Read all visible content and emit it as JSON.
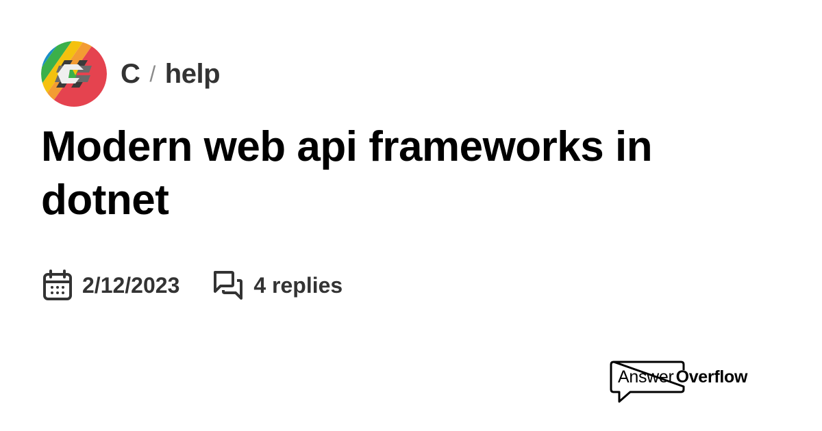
{
  "header": {
    "server_name": "C",
    "separator": "/",
    "channel": "help",
    "avatar_icon": "rainbow-csharp-hash-logo"
  },
  "title": "Modern web api frameworks in dotnet",
  "meta": {
    "date_icon": "calendar-icon",
    "date": "2/12/2023",
    "replies_icon": "chat-bubbles-icon",
    "replies": "4 replies"
  },
  "brand": {
    "part1": "Answer",
    "part2": "Overflow"
  },
  "colors": {
    "text_primary": "#000000",
    "text_secondary": "#333333",
    "background": "#ffffff"
  }
}
